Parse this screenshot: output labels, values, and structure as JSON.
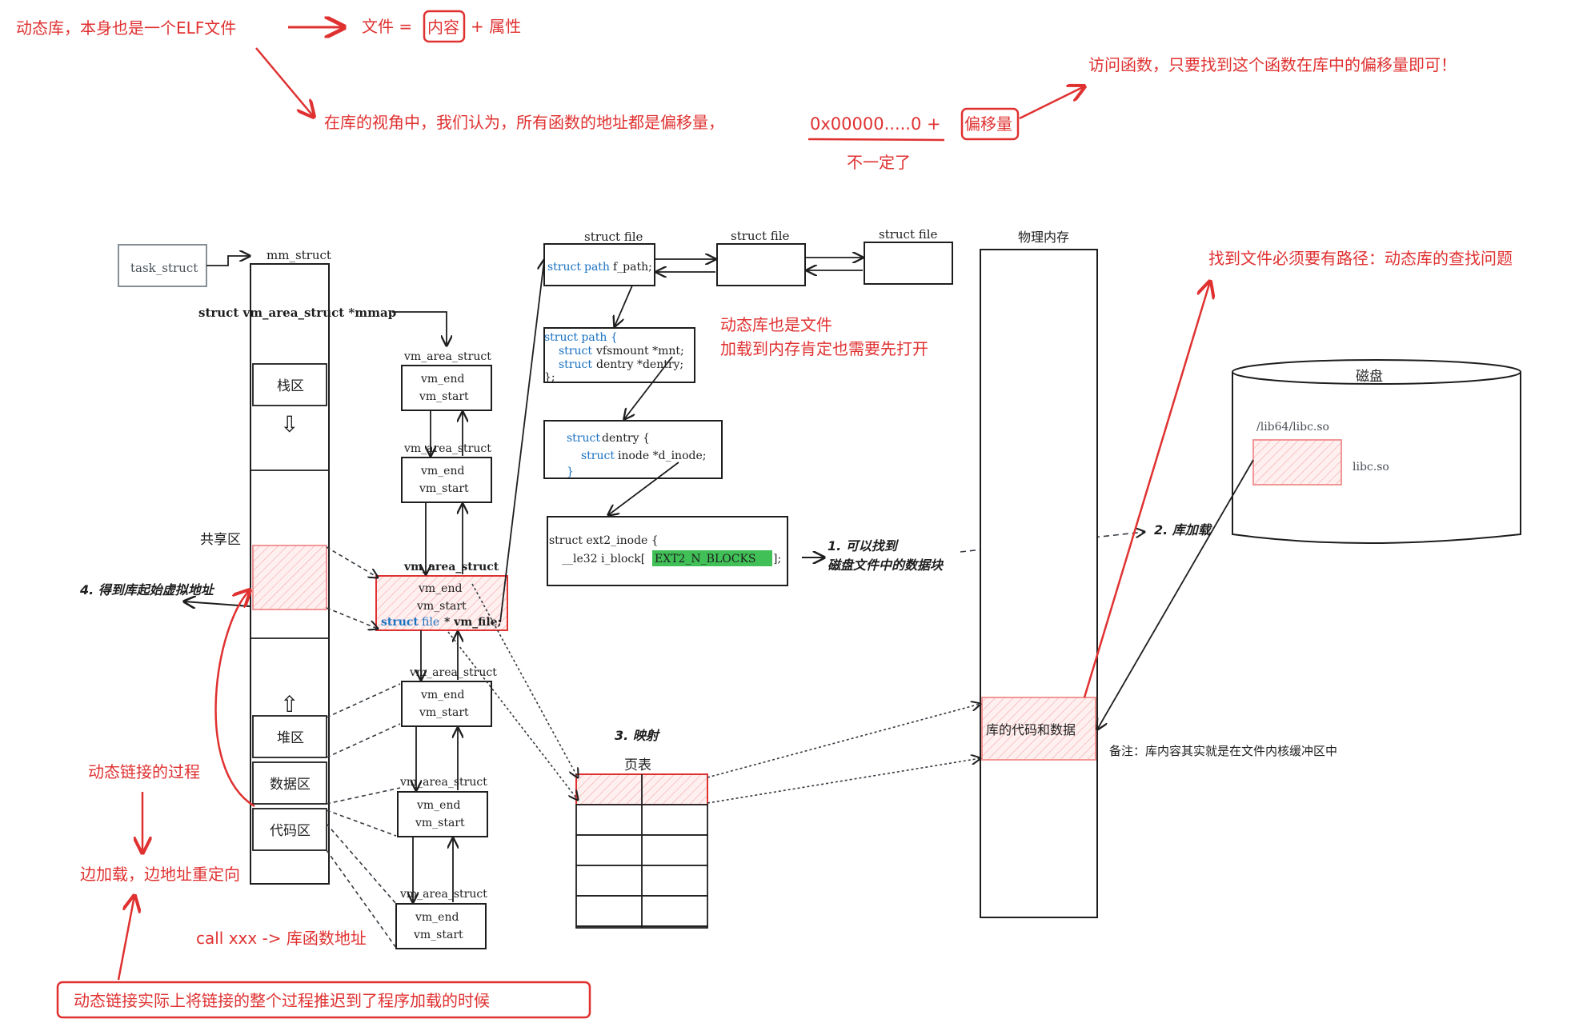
{
  "colors": {
    "annotation_red": "#e03131",
    "box_stroke": "#1e1e1e",
    "highlight_fill": "#fde2e2",
    "green_fill": "#40c057",
    "keyword_blue": "#1971c2",
    "gray_box": "#868e96"
  },
  "top": {
    "lib_is_elf": "动态库，本身也是一个ELF文件",
    "file_eq": "文件 =",
    "content": "内容",
    "plus_attr": "+ 属性",
    "lib_view": "在库的视角中，我们认为，所有函数的地址都是偏移量，",
    "addr_expr": "0x00000.....0 +",
    "offset": "偏移量",
    "not_necessarily": "不一定了",
    "access_func": "访问函数，只要找到这个函数在库中的偏移量即可！"
  },
  "process": {
    "task_struct": "task_struct",
    "mm_struct": "mm_struct",
    "mmap": "struct vm_area_struct *mmap",
    "stack": "栈区",
    "shared": "共享区",
    "heap": "堆区",
    "data": "数据区",
    "code": "代码区",
    "vm_area_struct": "vm_area_struct",
    "vm_end": "vm_end",
    "vm_start": "vm_start",
    "vm_file_kw": "struct",
    "vm_file_type": "file",
    "vm_file_name": "* vm_file;"
  },
  "files": {
    "struct_file": "struct file",
    "f_path_kw": "struct",
    "f_path_type": "path",
    "f_path_name": "f_path;",
    "path_head": "struct path {",
    "path_l1_kw": "struct",
    "path_l1": "vfsmount *mnt;",
    "path_l2_kw": "struct",
    "path_l2": "dentry *dentry;",
    "path_end": "};",
    "dentry_head_kw": "struct",
    "dentry_head": "dentry {",
    "dentry_l1_kw": "struct",
    "dentry_l1": "inode *d_inode;",
    "dentry_end": "}",
    "inode_head": "struct ext2_inode {",
    "inode_l1": "__le32  i_block[",
    "inode_blocks": "EXT2_N_BLOCKS",
    "inode_l1_end": "];"
  },
  "notes": {
    "lib_is_file_1": "动态库也是文件",
    "lib_is_file_2": "加载到内存肯定也需要先打开",
    "find_block_1": "1. 可以找到",
    "find_block_2": "磁盘文件中的数据块",
    "lib_load": "2. 库加载",
    "mapping": "3. 映射",
    "page_table": "页表",
    "get_base": "4. 得到库起始虚拟地址",
    "need_path": "找到文件必须要有路径：动态库的查找问题",
    "remark": "备注：库内容其实就是在文件内核缓冲区中"
  },
  "memory": {
    "phys_mem": "物理内存",
    "lib_code_data": "库的代码和数据"
  },
  "disk": {
    "title": "磁盘",
    "path": "/lib64/libc.so",
    "file": "libc.so"
  },
  "bottom": {
    "dyn_link_process": "动态链接的过程",
    "load_relocate": "边加载，边地址重定向",
    "call": "call xxx -> 库函数地址",
    "summary": "动态链接实际上将链接的整个过程推迟到了程序加载的时候"
  }
}
